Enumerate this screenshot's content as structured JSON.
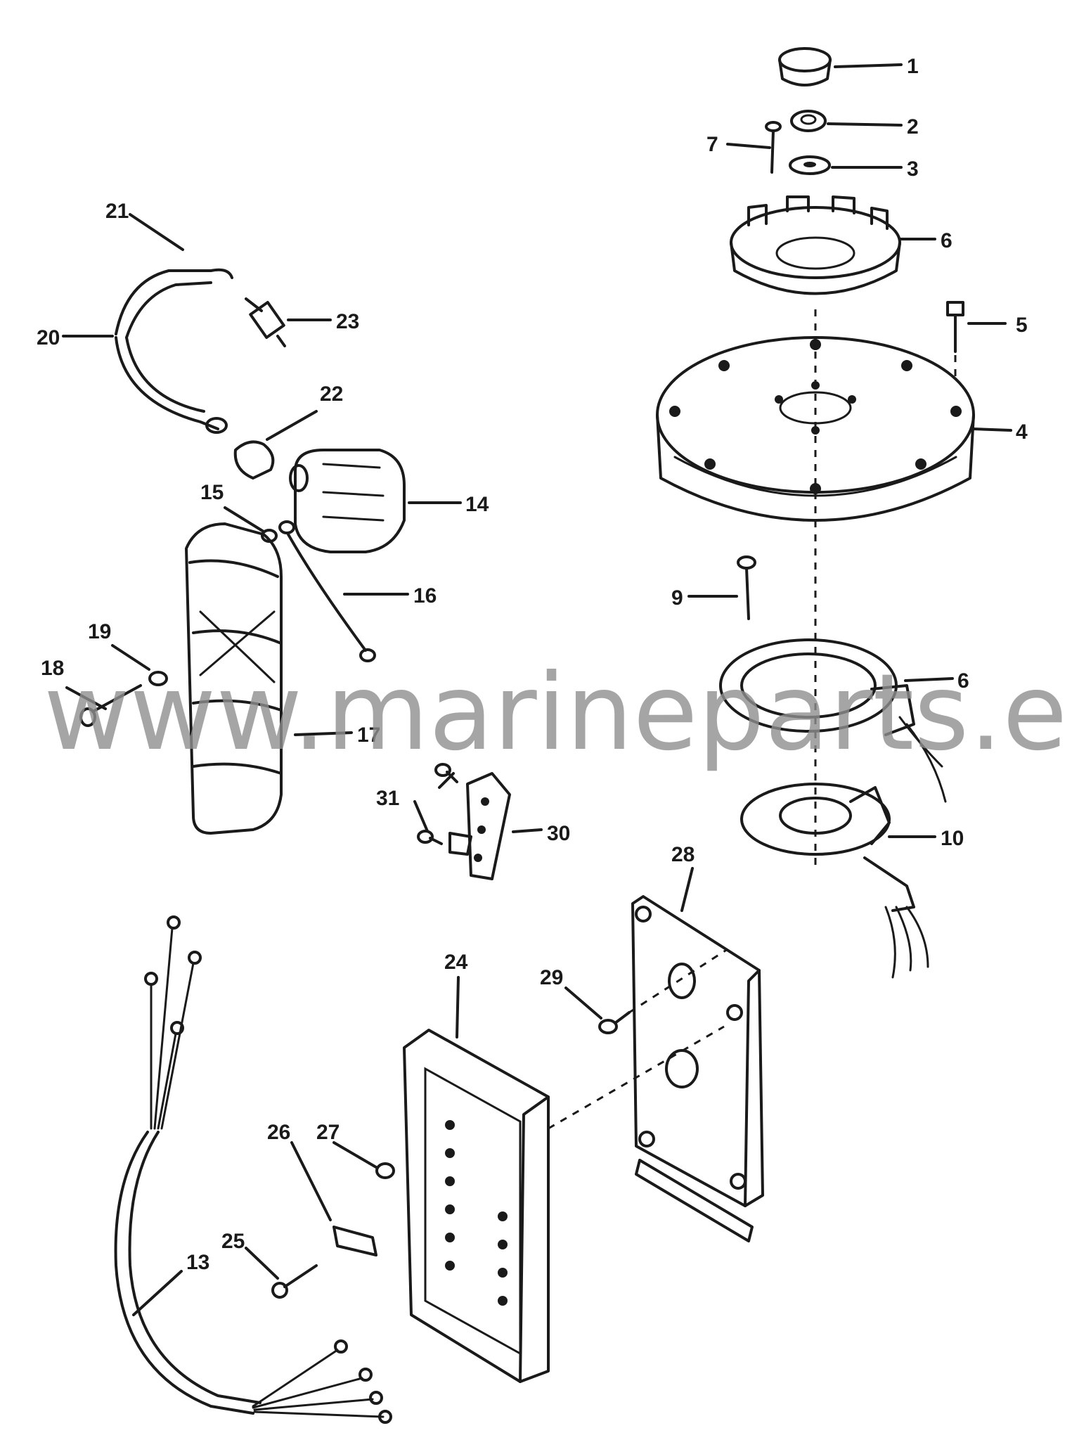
{
  "watermark": "www.marineparts.eu",
  "callouts": [
    "1",
    "2",
    "3",
    "4",
    "5",
    "6",
    "7",
    "9",
    "6",
    "10",
    "13",
    "14",
    "15",
    "16",
    "17",
    "18",
    "19",
    "20",
    "21",
    "22",
    "23",
    "24",
    "25",
    "26",
    "27",
    "28",
    "29",
    "30",
    "31"
  ]
}
